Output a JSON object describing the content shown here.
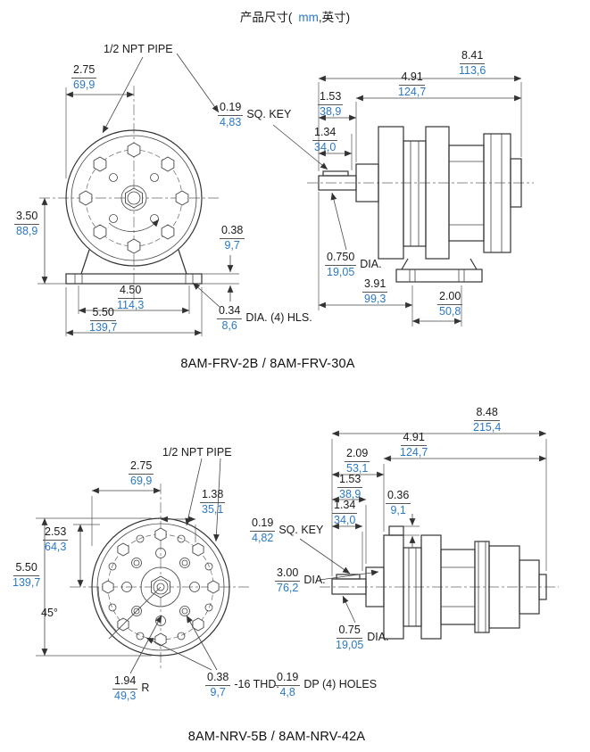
{
  "title": {
    "part1": "产品尺寸(",
    "unit": "mm",
    "part2": ",英寸)"
  },
  "frv": {
    "caption": "8AM-FRV-2B / 8AM-FRV-30A",
    "npt_label": "1/2 NPT PIPE",
    "dims": {
      "w275": {
        "in": "2.75",
        "mm": "69,9"
      },
      "h350": {
        "in": "3.50",
        "mm": "88,9"
      },
      "t038": {
        "in": "0.38",
        "mm": "9,7"
      },
      "s450": {
        "in": "4.50",
        "mm": "114,3"
      },
      "w550": {
        "in": "5.50",
        "mm": "139,7"
      },
      "hole034": {
        "in": "0.34",
        "mm": "8,6",
        "suffix": "DIA. (4) HLS."
      },
      "key019": {
        "in": "0.19",
        "mm": "4,83",
        "suffix": "SQ. KEY"
      },
      "oall841": {
        "in": "8.41",
        "mm": "113,6"
      },
      "len491": {
        "in": "4.91",
        "mm": "124,7"
      },
      "shaft153": {
        "in": "1.53",
        "mm": "38,9"
      },
      "key134": {
        "in": "1.34",
        "mm": "34,0"
      },
      "dia0750": {
        "in": "0.750",
        "mm": "19,05",
        "suffix": "DIA."
      },
      "pos391": {
        "in": "3.91",
        "mm": "99,3"
      },
      "span200": {
        "in": "2.00",
        "mm": "50,8"
      }
    }
  },
  "nrv": {
    "caption": "8AM-NRV-5B / 8AM-NRV-42A",
    "npt_label": "1/2 NPT PIPE",
    "angle": "45°",
    "dims": {
      "w275": {
        "in": "2.75",
        "mm": "69,9"
      },
      "p138": {
        "in": "1.38",
        "mm": "35,1"
      },
      "h253": {
        "in": "2.53",
        "mm": "64,3"
      },
      "d550": {
        "in": "5.50",
        "mm": "139,7"
      },
      "r194": {
        "in": "1.94",
        "mm": "49,3",
        "suffix": "R"
      },
      "thd038": {
        "in": "0.38",
        "mm": "9,7",
        "suffix": "-16 THD."
      },
      "dp019": {
        "in": "0.19",
        "mm": "4,8",
        "suffix": "DP (4) HOLES"
      },
      "oall848": {
        "in": "8.48",
        "mm": "215,4"
      },
      "len491": {
        "in": "4.91",
        "mm": "124,7"
      },
      "hub209": {
        "in": "2.09",
        "mm": "53,1"
      },
      "shaft153": {
        "in": "1.53",
        "mm": "38,9"
      },
      "key134": {
        "in": "1.34",
        "mm": "34,0"
      },
      "boss036": {
        "in": "0.36",
        "mm": "9,1"
      },
      "key019": {
        "in": "0.19",
        "mm": "4,82",
        "suffix": "SQ. KEY"
      },
      "dia300": {
        "in": "3.00",
        "mm": "76,2",
        "suffix": "DIA."
      },
      "dia075": {
        "in": "0.75",
        "mm": "19,05",
        "suffix": "DIA."
      }
    }
  }
}
